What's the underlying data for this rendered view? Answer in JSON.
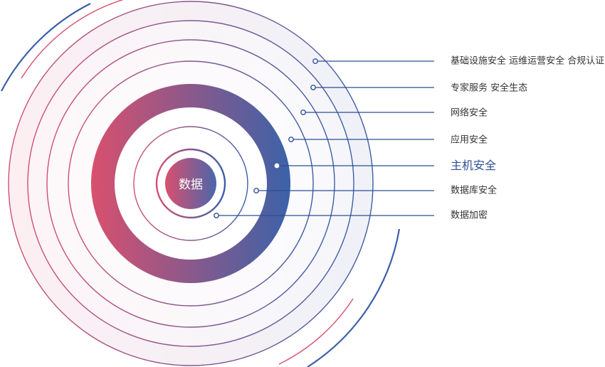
{
  "center": {
    "label": "数据"
  },
  "layers": [
    {
      "label": "基础设施安全  运维运营安全  合规认证",
      "highlight": false
    },
    {
      "label": "专家服务  安全生态",
      "highlight": false
    },
    {
      "label": "网络安全",
      "highlight": false
    },
    {
      "label": "应用安全",
      "highlight": false
    },
    {
      "label": "主机安全",
      "highlight": true
    },
    {
      "label": "数据库安全",
      "highlight": false
    },
    {
      "label": "数据加密",
      "highlight": false
    }
  ],
  "colors": {
    "pink": "#d9506e",
    "blue": "#3b5fa8",
    "line": "#2b4f95",
    "highlight_text": "#2b4f95",
    "text": "#333333"
  }
}
